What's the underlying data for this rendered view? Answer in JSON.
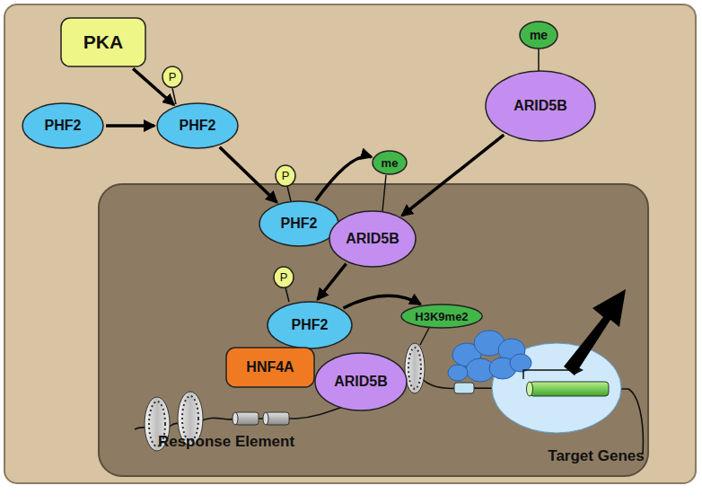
{
  "diagram": {
    "nodes": [
      {
        "text": [
          "PKA"
        ]
      },
      {
        "text": [
          "P"
        ]
      },
      {
        "text": [
          "PHF2"
        ]
      },
      {
        "text": [
          "PHF2"
        ]
      },
      {
        "text": [
          "me"
        ]
      },
      {
        "text": [
          "ARID5B"
        ]
      },
      {
        "text": [
          "P"
        ]
      },
      {
        "text": [
          "me"
        ]
      },
      {
        "text": [
          "PHF2"
        ]
      },
      {
        "text": [
          "ARID5B"
        ]
      },
      {
        "text": [
          "P"
        ]
      },
      {
        "text": [
          "H3K9me2"
        ]
      },
      {
        "text": [
          "PHF2"
        ]
      },
      {
        "text": [
          "HNF4A"
        ]
      },
      {
        "text": [
          "ARID5B"
        ]
      }
    ],
    "edges": [
      {
        "from": 0,
        "to": 3,
        "arrow": "to"
      },
      {
        "from": 2,
        "to": 3,
        "arrow": "to"
      },
      {
        "from": 3,
        "to": 8,
        "arrow": "to"
      },
      {
        "from": 5,
        "to": 9,
        "arrow": "to"
      },
      {
        "from": 8,
        "to": 7,
        "arrow": "to"
      },
      {
        "from": 9,
        "to": 12,
        "arrow": "to"
      },
      {
        "from": 12,
        "to": 11,
        "arrow": "to"
      }
    ],
    "labels": [
      "Response Element",
      "Target Genes"
    ]
  }
}
